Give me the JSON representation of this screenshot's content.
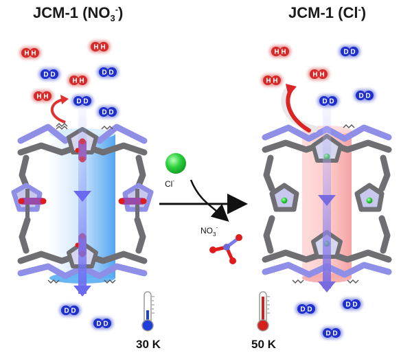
{
  "left_panel": {
    "title_main": "JCM-1 (NO",
    "title_sub": "3",
    "title_sup": "-",
    "title_close": ")",
    "temperature": "30 K",
    "h2_label": "H H",
    "d2_label": "D D"
  },
  "right_panel": {
    "title_main": "JCM-1 (Cl",
    "title_sup": "-",
    "title_close": ")",
    "temperature": "50 K",
    "h2_label": "H H",
    "d2_label": "D D"
  },
  "exchange": {
    "chloride_label": "Cl",
    "chloride_sup": "-",
    "nitrate_label": "NO",
    "nitrate_sub": "3",
    "nitrate_sup": "-"
  },
  "colors": {
    "h2": "#d42a2a",
    "d2": "#1f2fcc",
    "framework_gray": "#6f6f73",
    "framework_blue": "#8f8fe8",
    "channel_blue": "#4aa3f0",
    "channel_red": "#f6a7a7",
    "chloride_green": "#2cc83c",
    "nitrate_red": "#e01c1c"
  }
}
